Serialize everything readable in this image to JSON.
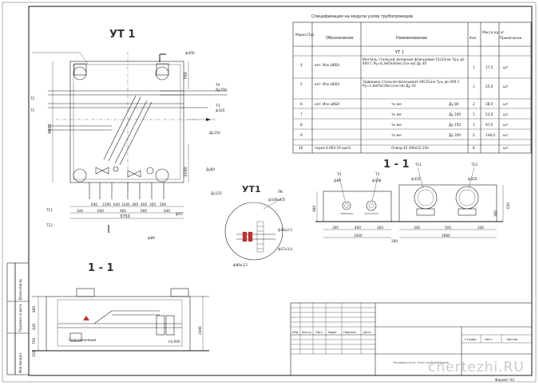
{
  "drawing": {
    "node_title_main": "УТ 1",
    "node_title_small": "УТ1",
    "section_label_left": "1 - 1",
    "section_label_right": "1 - 1",
    "watermark": "chertezhi.RU",
    "format_label": "Формат А3"
  },
  "spec_table": {
    "title": "Спецификация на модули узлов трубопроводов",
    "headers": {
      "mark": "Марка Поз.",
      "designation": "Обозначение",
      "name": "Наименование",
      "qty": "Кол.",
      "mass": "Масса ед. кг",
      "note": "Примечание"
    },
    "group": "УТ 1",
    "rows": [
      {
        "pos": "4",
        "designation": "кат. Изо ЦКБА",
        "name": "Вентиль стальной запорный фланцевый 15с22нж Тр≤ до 400 С Ру=6,3мПа(63кгс/см кв) Ду 40",
        "qty": "1",
        "mass": "17,5",
        "note": "шт"
      },
      {
        "pos": "5",
        "designation": "кат. Изо ЦКБА",
        "name": "Задвижка стальная фланцевая 30С41нж Тр≤ до 400 С Ру=1,6мПа(16кгс/см кв) Ду 50",
        "qty": "1",
        "mass": "25,0",
        "note": "шт"
      },
      {
        "pos": "6",
        "designation": "кат. Изо ЦКБА",
        "name": "то же",
        "dn": "Ду 80",
        "qty": "2",
        "mass": "38,0",
        "note": "шт"
      },
      {
        "pos": "7",
        "designation": "",
        "name": "то же",
        "dn": "Ду 100",
        "qty": "1",
        "mass": "53,0",
        "note": "шт"
      },
      {
        "pos": "8",
        "designation": "",
        "name": "то же",
        "dn": "Ду 150",
        "qty": "1",
        "mass": "97,0",
        "note": "шт"
      },
      {
        "pos": "9",
        "designation": "",
        "name": "то же",
        "dn": "Ду 200",
        "qty": "2",
        "mass": "148,0",
        "note": "шт"
      },
      {
        "pos": "10",
        "designation": "серия 4.903-10 вып1",
        "name": "Отвод 45 200х22.150",
        "qty": "8",
        "mass": "",
        "note": "шт"
      }
    ]
  },
  "plan_dims": {
    "height_total": "4800",
    "upper": "700",
    "lower": "1540",
    "bottom_row": [
      "640",
      "1290",
      "640",
      "1200",
      "300",
      "400",
      "300",
      "500"
    ],
    "bottom_total": "3750",
    "lower_row": [
      "340",
      "600",
      "600",
      "600",
      "640"
    ],
    "pipe_labels": [
      "Т4",
      "Т3",
      "Т11",
      "Т12",
      "Т2",
      "Т1"
    ],
    "callouts": [
      "ф450",
      "Ду150",
      "ф325",
      "Ду150",
      "Ду80",
      "Ду125",
      "ф89",
      "ф57"
    ]
  },
  "small_node": {
    "labels": [
      "ПК",
      "ф108х4,0",
      "ф45х2,5",
      "ф57х3,0",
      "ф89х3,5"
    ]
  },
  "section_right": {
    "left_pipes": [
      "Т4",
      "Т3"
    ],
    "left_sizes": [
      "ф89",
      "ф108"
    ],
    "right_pipes": [
      "Т11",
      "Т12"
    ],
    "right_sizes": [
      "ф325",
      "ф325"
    ],
    "dims_left": [
      "300",
      "400",
      "300"
    ],
    "dims_left_total": "1000",
    "dim_gap": "280",
    "dims_right": [
      "340",
      "500",
      "340"
    ],
    "dims_right_total": "1880",
    "height_left": "480",
    "height_right": "630",
    "height_small": "300"
  },
  "section_left": {
    "dims_vertical": [
      "800",
      "440",
      "750",
      "320"
    ],
    "dim_total": "2400",
    "labels": [
      "Гидроизоляция",
      "+0,000"
    ]
  },
  "title_block": {
    "header_cells": [
      "Изм.",
      "Кол.уч",
      "Лист",
      "№док.",
      "Подпись",
      "Дата"
    ],
    "right_cells": [
      "Стадия",
      "Лист",
      "Листов"
    ],
    "side_labels": [
      "Инв.№подл.",
      "Подпись и дата",
      "Взам.инв.№"
    ],
    "caption": "Тепловые сети. Узлы трубопроводов"
  }
}
